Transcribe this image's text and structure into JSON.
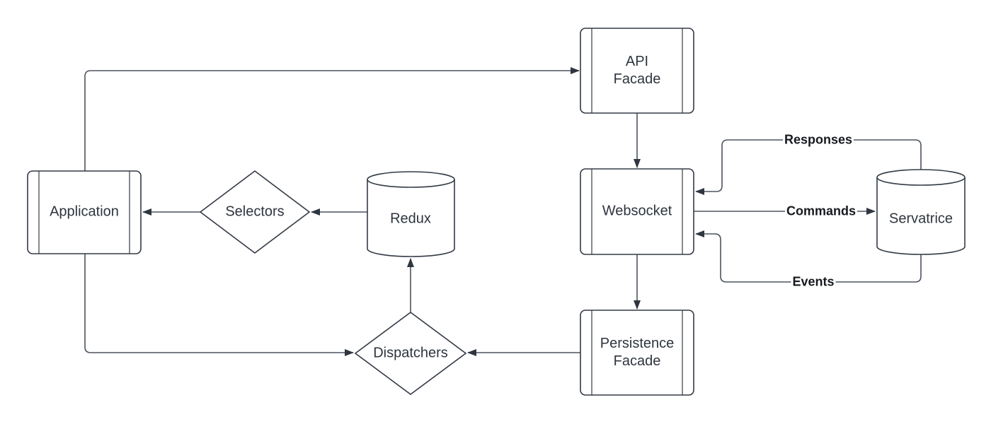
{
  "diagram": {
    "title": "Client-server flux architecture diagram",
    "nodes": {
      "application": {
        "label": "Application",
        "type": "component"
      },
      "selectors": {
        "label": "Selectors",
        "type": "decision"
      },
      "redux": {
        "label": "Redux",
        "type": "database"
      },
      "api_facade": {
        "label": "API\nFacade",
        "type": "component"
      },
      "websocket": {
        "label": "Websocket",
        "type": "component"
      },
      "persistence_facade": {
        "label": "Persistence\nFacade",
        "type": "component"
      },
      "servatrice": {
        "label": "Servatrice",
        "type": "database"
      },
      "dispatchers": {
        "label": "Dispatchers",
        "type": "decision"
      }
    },
    "edge_labels": {
      "responses": "Responses",
      "commands": "Commands",
      "events": "Events"
    },
    "edges": [
      {
        "from": "application",
        "to": "api_facade",
        "label": ""
      },
      {
        "from": "api_facade",
        "to": "websocket",
        "label": ""
      },
      {
        "from": "websocket",
        "to": "persistence_facade",
        "label": ""
      },
      {
        "from": "persistence_facade",
        "to": "dispatchers",
        "label": ""
      },
      {
        "from": "application",
        "to": "dispatchers",
        "label": ""
      },
      {
        "from": "dispatchers",
        "to": "redux",
        "label": ""
      },
      {
        "from": "redux",
        "to": "selectors",
        "label": ""
      },
      {
        "from": "selectors",
        "to": "application",
        "label": ""
      },
      {
        "from": "websocket",
        "to": "servatrice",
        "label": "Commands"
      },
      {
        "from": "servatrice",
        "to": "websocket",
        "label": "Responses"
      },
      {
        "from": "servatrice",
        "to": "websocket",
        "label": "Events"
      }
    ],
    "colors": {
      "shape_stroke": "#333a45",
      "edge_stroke": "#4d545e",
      "arrow_fill": "#2f3640",
      "node_text": "#2e343e",
      "edge_label_text": "#16191e",
      "background": "#ffffff"
    }
  }
}
